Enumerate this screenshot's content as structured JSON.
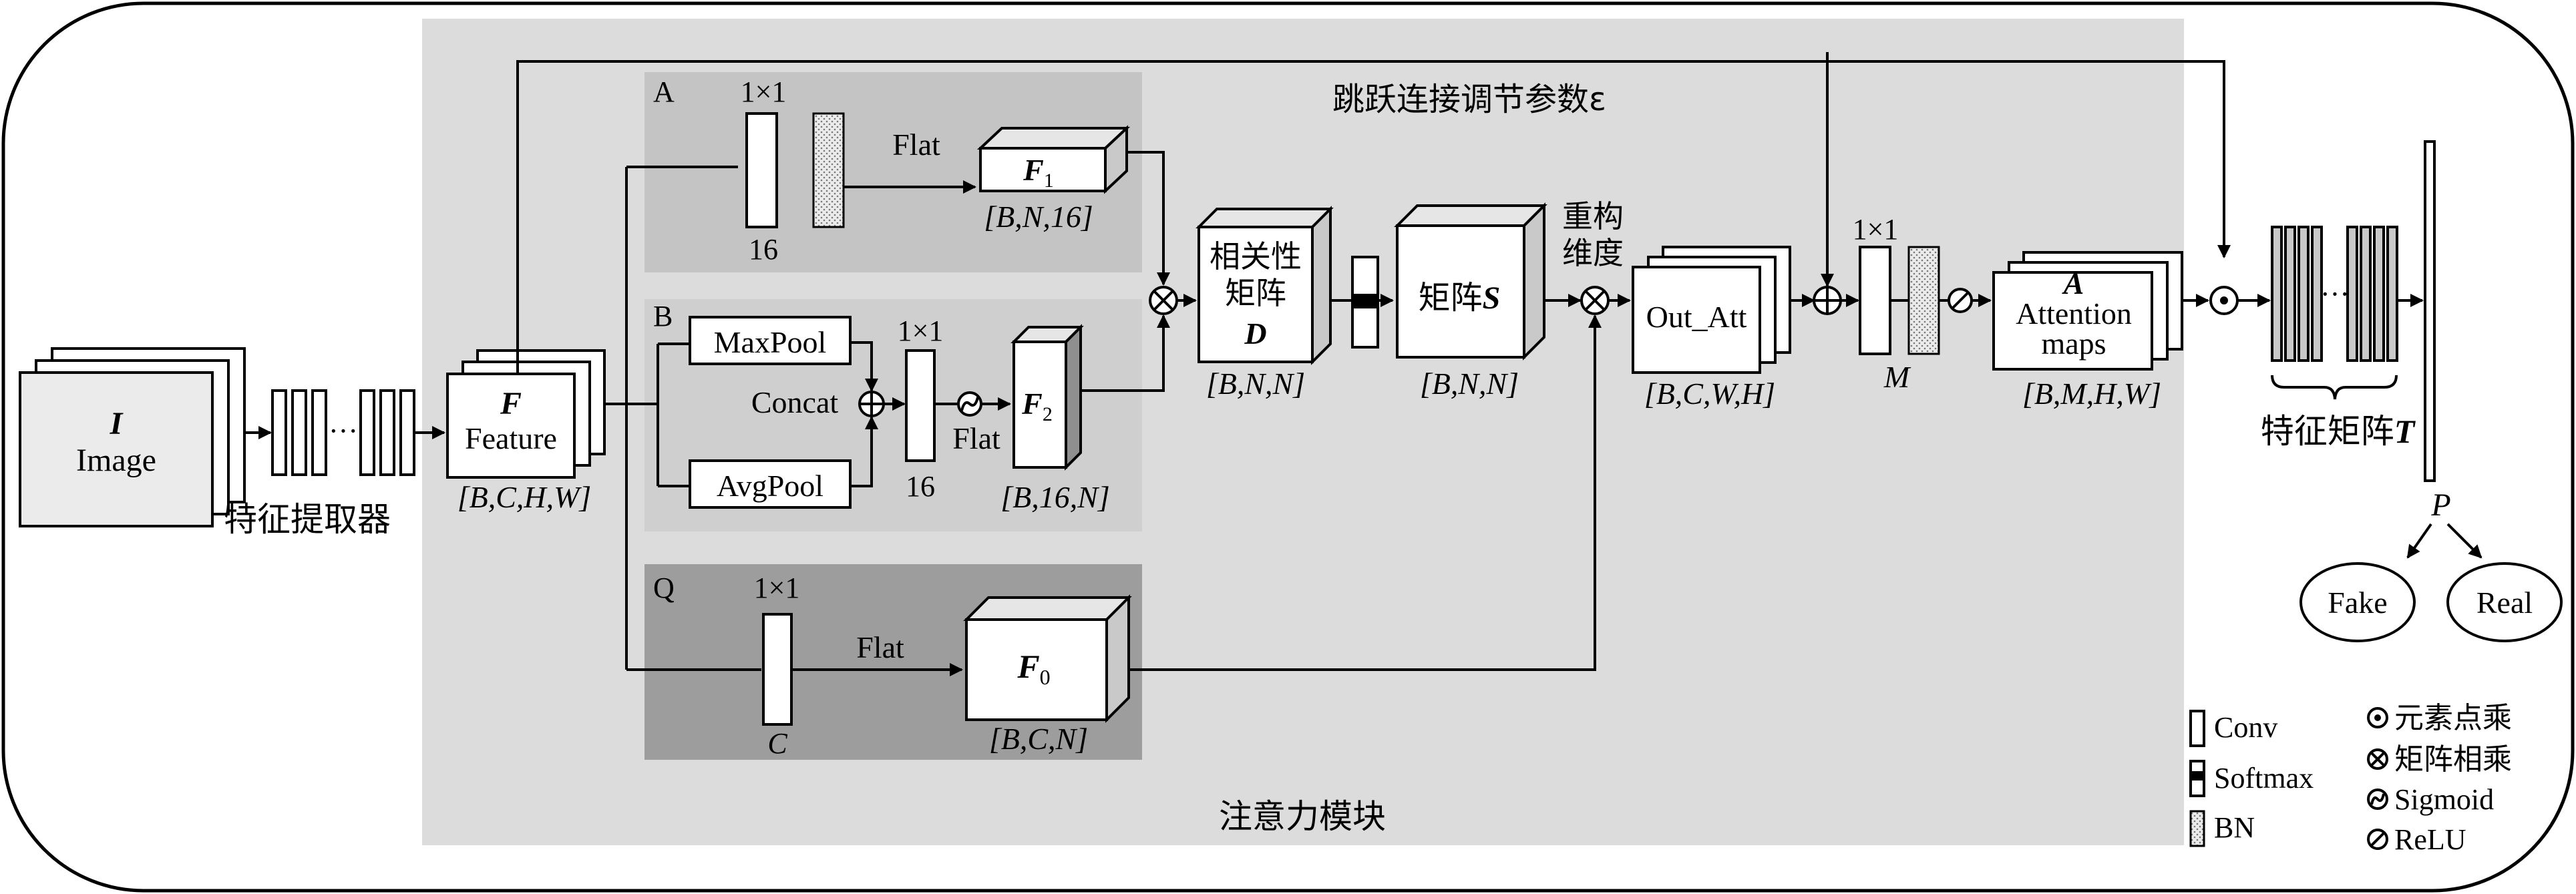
{
  "labels": {
    "image_symbol": "I",
    "image_text": "Image",
    "extractor": "特征提取器",
    "feature_symbol": "F",
    "feature_text": "Feature",
    "feature_shape": "[B,C,H,W]",
    "skip_param": "跳跃连接调节参数ε",
    "attention_module": "注意力模块",
    "branch_a": "A",
    "branch_b": "B",
    "branch_q": "Q",
    "conv_1x1_a": "1×1",
    "conv_1x1_b": "1×1",
    "conv_1x1_q": "1×1",
    "conv_1x1_m": "1×1",
    "dim_16_a": "16",
    "dim_16_b": "16",
    "dim_c": "C",
    "flat_a": "Flat",
    "flat_b": "Flat",
    "flat_q": "Flat",
    "f1_main": "F",
    "f1_sub": "1",
    "f1_shape": "[B,N,16]",
    "f2_main": "F",
    "f2_sub": "2",
    "f2_shape": "[B,16,N]",
    "f0_main": "F",
    "f0_sub": "0",
    "f0_shape": "[B,C,N]",
    "maxpool": "MaxPool",
    "avgpool": "AvgPool",
    "concat": "Concat",
    "corr_line1": "相关性",
    "corr_line2": "矩阵",
    "corr_symbol": "D",
    "corr_shape": "[B,N,N]",
    "matrix_s_text": "矩阵",
    "matrix_s_symbol": "S",
    "matrix_s_shape": "[B,N,N]",
    "reshape_line1": "重构",
    "reshape_line2": "维度",
    "out_att": "Out_Att",
    "out_att_shape": "[B,C,W,H]",
    "m_label": "M",
    "attn_symbol": "A",
    "attn_text1": "Attention",
    "attn_text2": "maps",
    "attn_shape": "[B,M,H,W]",
    "feat_matrix_t": "特征矩阵",
    "feat_matrix_t_symbol": "T",
    "p_label": "P",
    "fake": "Fake",
    "real": "Real",
    "dots_1": "···",
    "dots_2": "···"
  },
  "legend": {
    "conv": "Conv",
    "softmax": "Softmax",
    "bn": "BN",
    "elem_mul": "元素点乘",
    "mat_mul": "矩阵相乘",
    "sigmoid": "Sigmoid",
    "relu": "ReLU"
  },
  "colors": {
    "module_bg": "#dcdcdc",
    "branch_a_bg": "#c4c4c4",
    "branch_b_bg": "#cfcfcf",
    "branch_q_bg": "#9d9d9d",
    "stroke": "#000000"
  }
}
